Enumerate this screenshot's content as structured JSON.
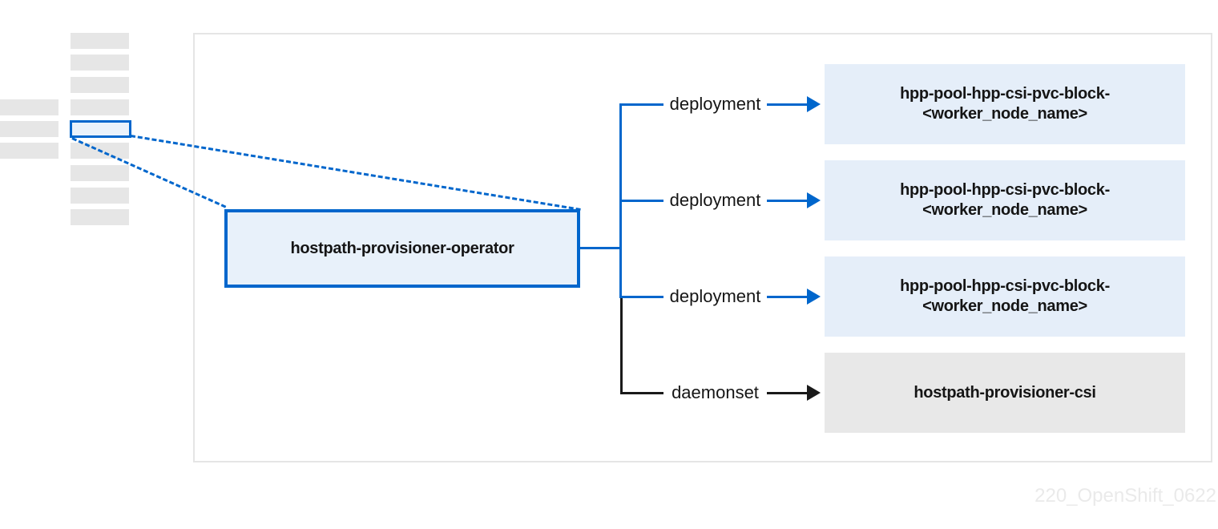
{
  "colors": {
    "accent_blue": "#0066cc",
    "operator_fill": "#e8f1fa",
    "target_blue_fill": "#e5eef9",
    "target_gray_fill": "#e8e8e8",
    "skeleton_gray": "#e6e6e6",
    "black_line": "#1a1a1a",
    "text_dark": "#151515",
    "container_border": "#e5e5e5",
    "watermark_gray": "#eaeaea"
  },
  "operator": {
    "label": "hostpath-provisioner-operator"
  },
  "branches": [
    {
      "label": "deployment",
      "color": "blue"
    },
    {
      "label": "deployment",
      "color": "blue"
    },
    {
      "label": "deployment",
      "color": "blue"
    },
    {
      "label": "daemonset",
      "color": "black"
    }
  ],
  "targets": [
    {
      "label_line1": "hpp-pool-hpp-csi-pvc-block-",
      "label_line2": "<worker_node_name>"
    },
    {
      "label_line1": "hpp-pool-hpp-csi-pvc-block-",
      "label_line2": "<worker_node_name>"
    },
    {
      "label_line1": "hpp-pool-hpp-csi-pvc-block-",
      "label_line2": "<worker_node_name>"
    },
    {
      "label": "hostpath-provisioner-csi"
    }
  ],
  "watermark": "220_OpenShift_0622"
}
